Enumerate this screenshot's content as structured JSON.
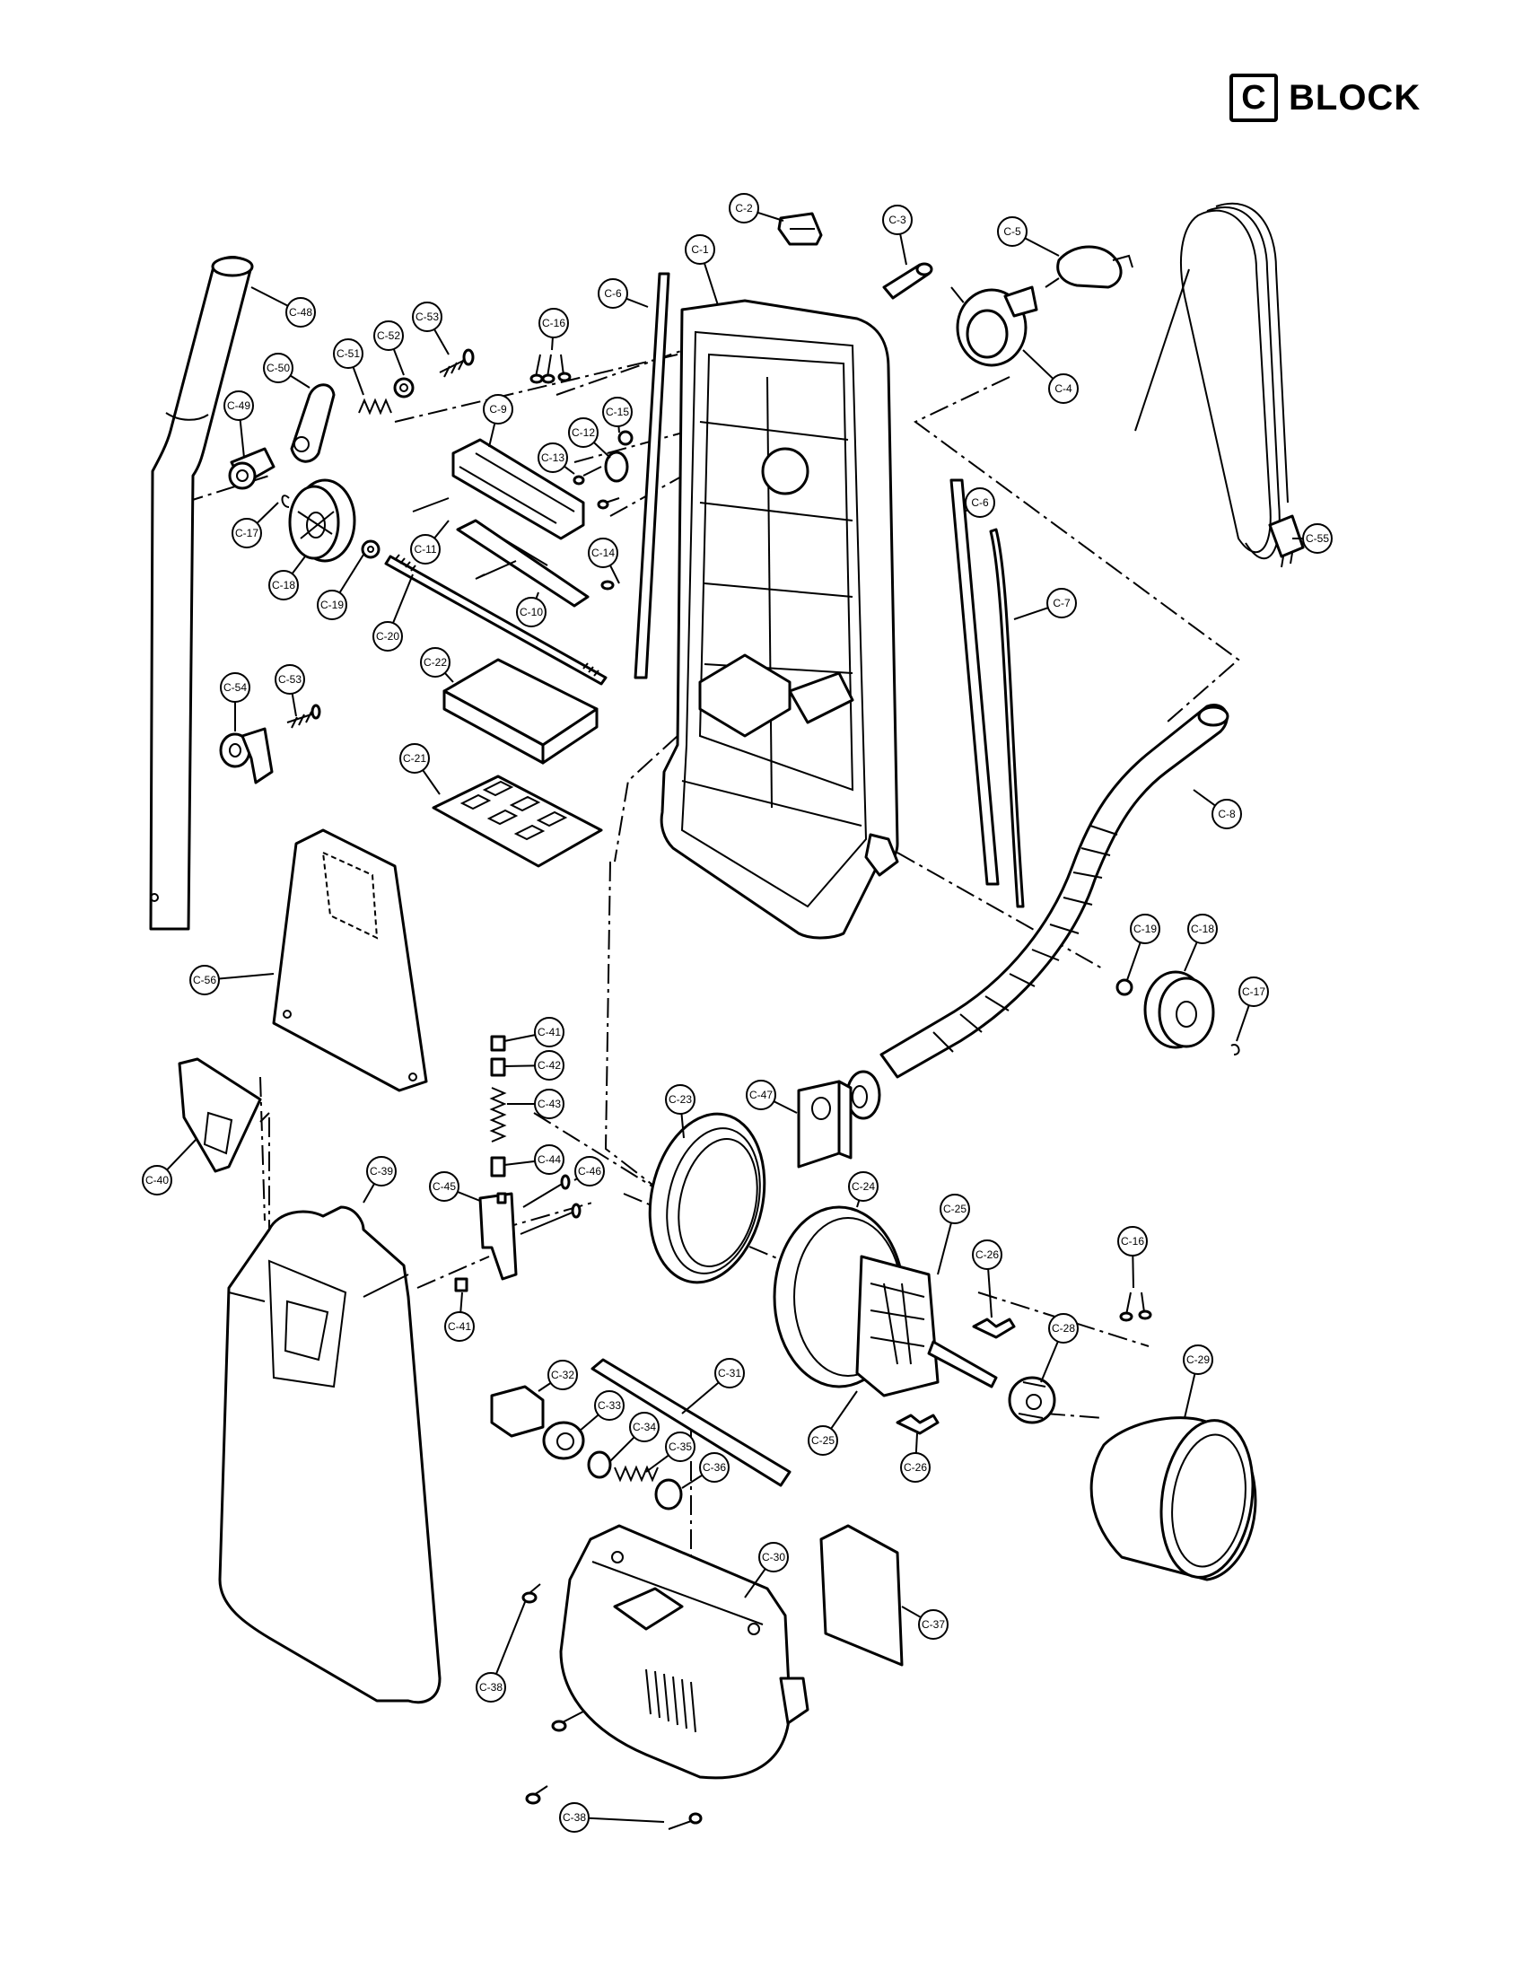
{
  "header": {
    "block_letter": "C",
    "block_word": "BLOCK"
  },
  "callouts": [
    {
      "id": "c2",
      "label": "C-2"
    },
    {
      "id": "c3",
      "label": "C-3"
    },
    {
      "id": "c1",
      "label": "C-1"
    },
    {
      "id": "c5",
      "label": "C-5"
    },
    {
      "id": "c6a",
      "label": "C-6"
    },
    {
      "id": "c48",
      "label": "C-48"
    },
    {
      "id": "c53a",
      "label": "C-53"
    },
    {
      "id": "c16a",
      "label": "C-16"
    },
    {
      "id": "c52",
      "label": "C-52"
    },
    {
      "id": "c51",
      "label": "C-51"
    },
    {
      "id": "c50",
      "label": "C-50"
    },
    {
      "id": "c4",
      "label": "C-4"
    },
    {
      "id": "c9",
      "label": "C-9"
    },
    {
      "id": "c15",
      "label": "C-15"
    },
    {
      "id": "c49",
      "label": "C-49"
    },
    {
      "id": "c12",
      "label": "C-12"
    },
    {
      "id": "c13",
      "label": "C-13"
    },
    {
      "id": "c17a",
      "label": "C-17"
    },
    {
      "id": "c6b",
      "label": "C-6"
    },
    {
      "id": "c55",
      "label": "C-55"
    },
    {
      "id": "c11",
      "label": "C-11"
    },
    {
      "id": "c14",
      "label": "C-14"
    },
    {
      "id": "c18a",
      "label": "C-18"
    },
    {
      "id": "c19a",
      "label": "C-19"
    },
    {
      "id": "c10",
      "label": "C-10"
    },
    {
      "id": "c7",
      "label": "C-7"
    },
    {
      "id": "c20",
      "label": "C-20"
    },
    {
      "id": "c22",
      "label": "C-22"
    },
    {
      "id": "c54",
      "label": "C-54"
    },
    {
      "id": "c53b",
      "label": "C-53"
    },
    {
      "id": "c21",
      "label": "C-21"
    },
    {
      "id": "c8",
      "label": "C-8"
    },
    {
      "id": "c19b",
      "label": "C-19"
    },
    {
      "id": "c18b",
      "label": "C-18"
    },
    {
      "id": "c56",
      "label": "C-56"
    },
    {
      "id": "c17b",
      "label": "C-17"
    },
    {
      "id": "c41a",
      "label": "C-41"
    },
    {
      "id": "c42",
      "label": "C-42"
    },
    {
      "id": "c43",
      "label": "C-43"
    },
    {
      "id": "c23",
      "label": "C-23"
    },
    {
      "id": "c47",
      "label": "C-47"
    },
    {
      "id": "c44",
      "label": "C-44"
    },
    {
      "id": "c40",
      "label": "C-40"
    },
    {
      "id": "c39",
      "label": "C-39"
    },
    {
      "id": "c46",
      "label": "C-46"
    },
    {
      "id": "c45",
      "label": "C-45"
    },
    {
      "id": "c24",
      "label": "C-24"
    },
    {
      "id": "c25a",
      "label": "C-25"
    },
    {
      "id": "c16b",
      "label": "C-16"
    },
    {
      "id": "c26a",
      "label": "C-26"
    },
    {
      "id": "c41b",
      "label": "C-41"
    },
    {
      "id": "c28",
      "label": "C-28"
    },
    {
      "id": "c29",
      "label": "C-29"
    },
    {
      "id": "c32",
      "label": "C-32"
    },
    {
      "id": "c31",
      "label": "C-31"
    },
    {
      "id": "c33",
      "label": "C-33"
    },
    {
      "id": "c34",
      "label": "C-34"
    },
    {
      "id": "c35",
      "label": "C-35"
    },
    {
      "id": "c36",
      "label": "C-36"
    },
    {
      "id": "c25b",
      "label": "C-25"
    },
    {
      "id": "c26b",
      "label": "C-26"
    },
    {
      "id": "c30",
      "label": "C-30"
    },
    {
      "id": "c37",
      "label": "C-37"
    },
    {
      "id": "c38a",
      "label": "C-38"
    },
    {
      "id": "c38b",
      "label": "C-38"
    }
  ]
}
